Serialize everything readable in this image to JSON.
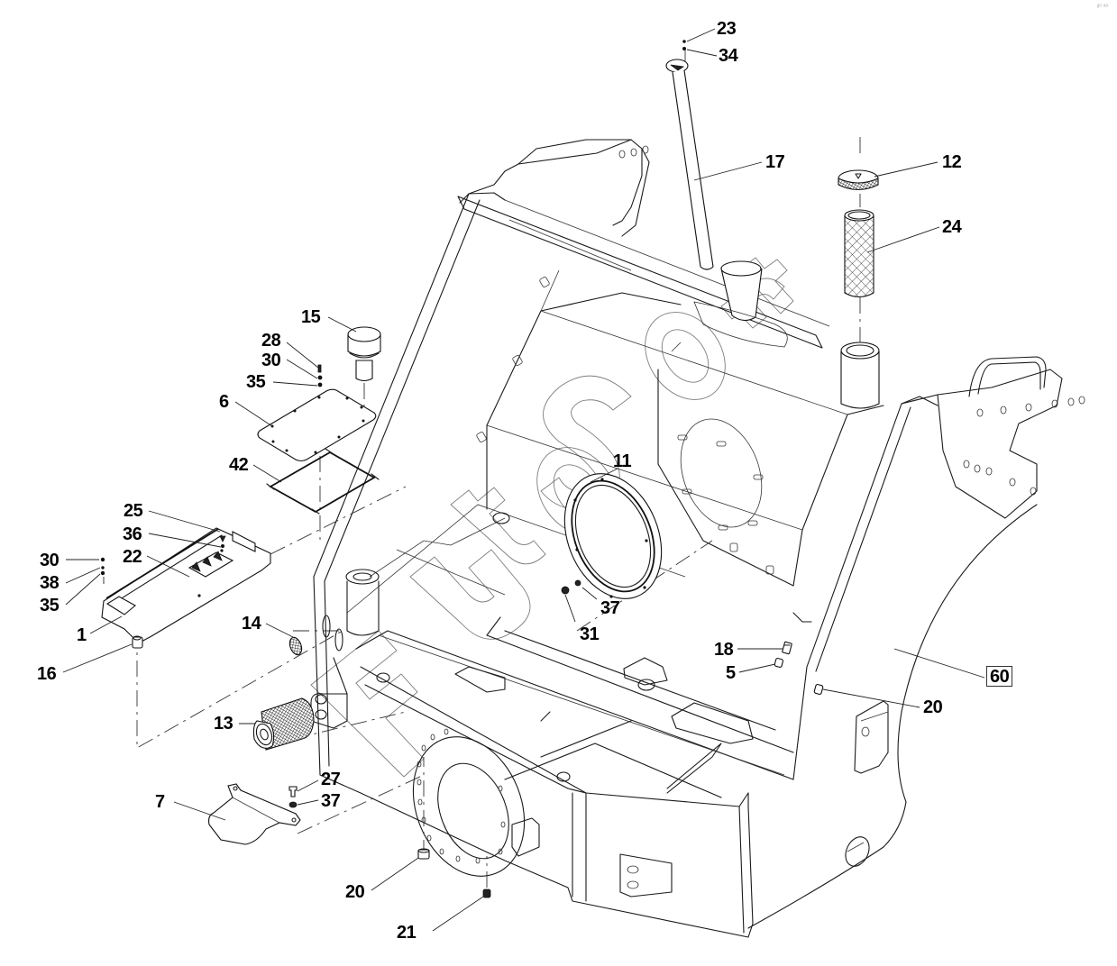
{
  "diagram": {
    "type": "exploded-parts-view",
    "subject": "Machine front frame with hydraulic tank, covers, filters and fittings",
    "watermark_text": "FutoSoft",
    "corner_mark": "ᵍᵒ ᵃᵃ",
    "callouts": [
      {
        "id": "c23",
        "label": "23",
        "part": "screw (breather tube top)"
      },
      {
        "id": "c34",
        "label": "34",
        "part": "washer (breather tube top)"
      },
      {
        "id": "c17",
        "label": "17",
        "part": "dipstick / tube"
      },
      {
        "id": "c12",
        "label": "12",
        "part": "filler cap"
      },
      {
        "id": "c24",
        "label": "24",
        "part": "filler strainer (mesh)"
      },
      {
        "id": "c15",
        "label": "15",
        "part": "breather filter"
      },
      {
        "id": "c28",
        "label": "28",
        "part": "screw"
      },
      {
        "id": "c30a",
        "label": "30",
        "part": "washer"
      },
      {
        "id": "c35a",
        "label": "35",
        "part": "washer"
      },
      {
        "id": "c6",
        "label": "6",
        "part": "cover plate"
      },
      {
        "id": "c42",
        "label": "42",
        "part": "gasket"
      },
      {
        "id": "c11",
        "label": "11",
        "part": "inspection flange / ring"
      },
      {
        "id": "c37a",
        "label": "37",
        "part": "washer"
      },
      {
        "id": "c31",
        "label": "31",
        "part": "nut"
      },
      {
        "id": "c25",
        "label": "25",
        "part": "seal strip"
      },
      {
        "id": "c36",
        "label": "36",
        "part": "screw"
      },
      {
        "id": "c22",
        "label": "22",
        "part": "clip / connector block"
      },
      {
        "id": "c30b",
        "label": "30",
        "part": "washer"
      },
      {
        "id": "c38",
        "label": "38",
        "part": "washer"
      },
      {
        "id": "c35b",
        "label": "35",
        "part": "washer"
      },
      {
        "id": "c1",
        "label": "1",
        "part": "access panel"
      },
      {
        "id": "c16",
        "label": "16",
        "part": "spacer nut"
      },
      {
        "id": "c14",
        "label": "14",
        "part": "plug"
      },
      {
        "id": "c13",
        "label": "13",
        "part": "suction strainer"
      },
      {
        "id": "c27",
        "label": "27",
        "part": "screw"
      },
      {
        "id": "c37b",
        "label": "37",
        "part": "washer"
      },
      {
        "id": "c7",
        "label": "7",
        "part": "guard plate"
      },
      {
        "id": "c20a",
        "label": "20",
        "part": "drain plug"
      },
      {
        "id": "c21",
        "label": "21",
        "part": "plug"
      },
      {
        "id": "c18",
        "label": "18",
        "part": "fitting"
      },
      {
        "id": "c5",
        "label": "5",
        "part": "adapter"
      },
      {
        "id": "c20b",
        "label": "20",
        "part": "plug"
      },
      {
        "id": "c60",
        "label": "60",
        "part": "front frame (assembly)",
        "boxed": true
      }
    ]
  }
}
